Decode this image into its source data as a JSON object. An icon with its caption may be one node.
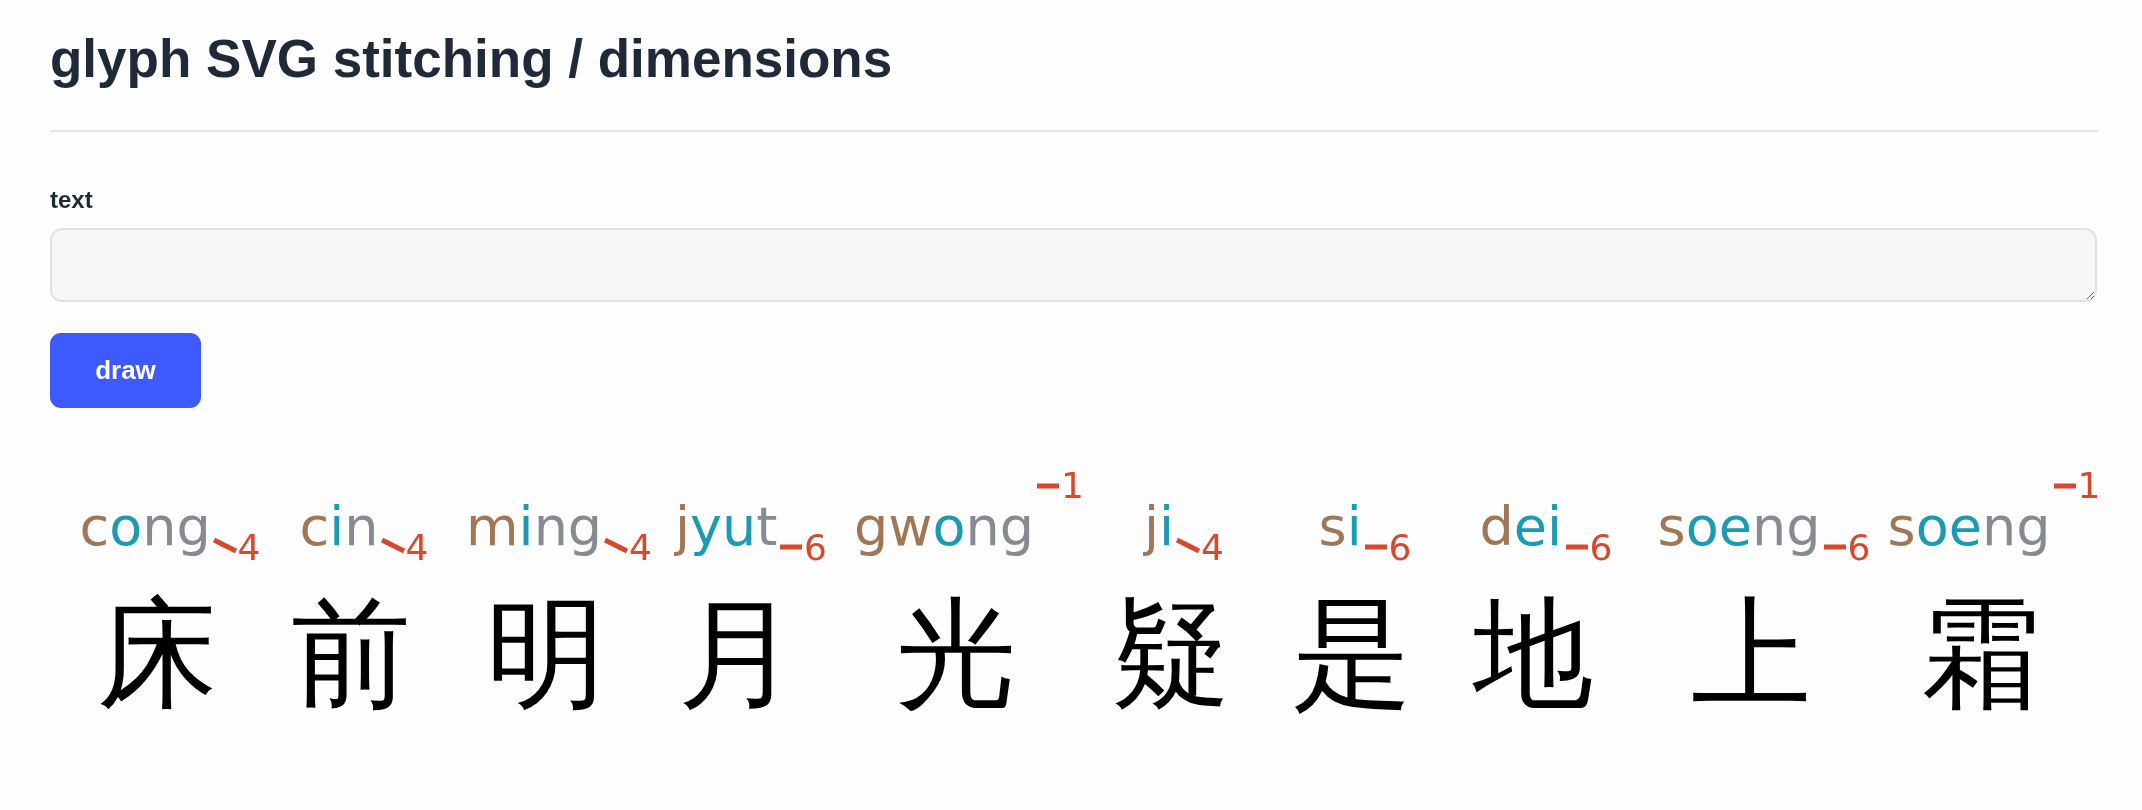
{
  "diagram": {
    "title": "glyph SVG stitching / dimensions",
    "labels": [
      "text",
      "draw",
      "cong",
      "4",
      "cin",
      "4",
      "ming",
      "4",
      "jyut",
      "6",
      "gwong",
      "1",
      "ji",
      "4",
      "si",
      "6",
      "dei",
      "6",
      "soeng",
      "6",
      "soeng",
      "1",
      "床",
      "前",
      "明",
      "月",
      "光",
      "疑",
      "是",
      "地",
      "上",
      "霜"
    ]
  }
}
